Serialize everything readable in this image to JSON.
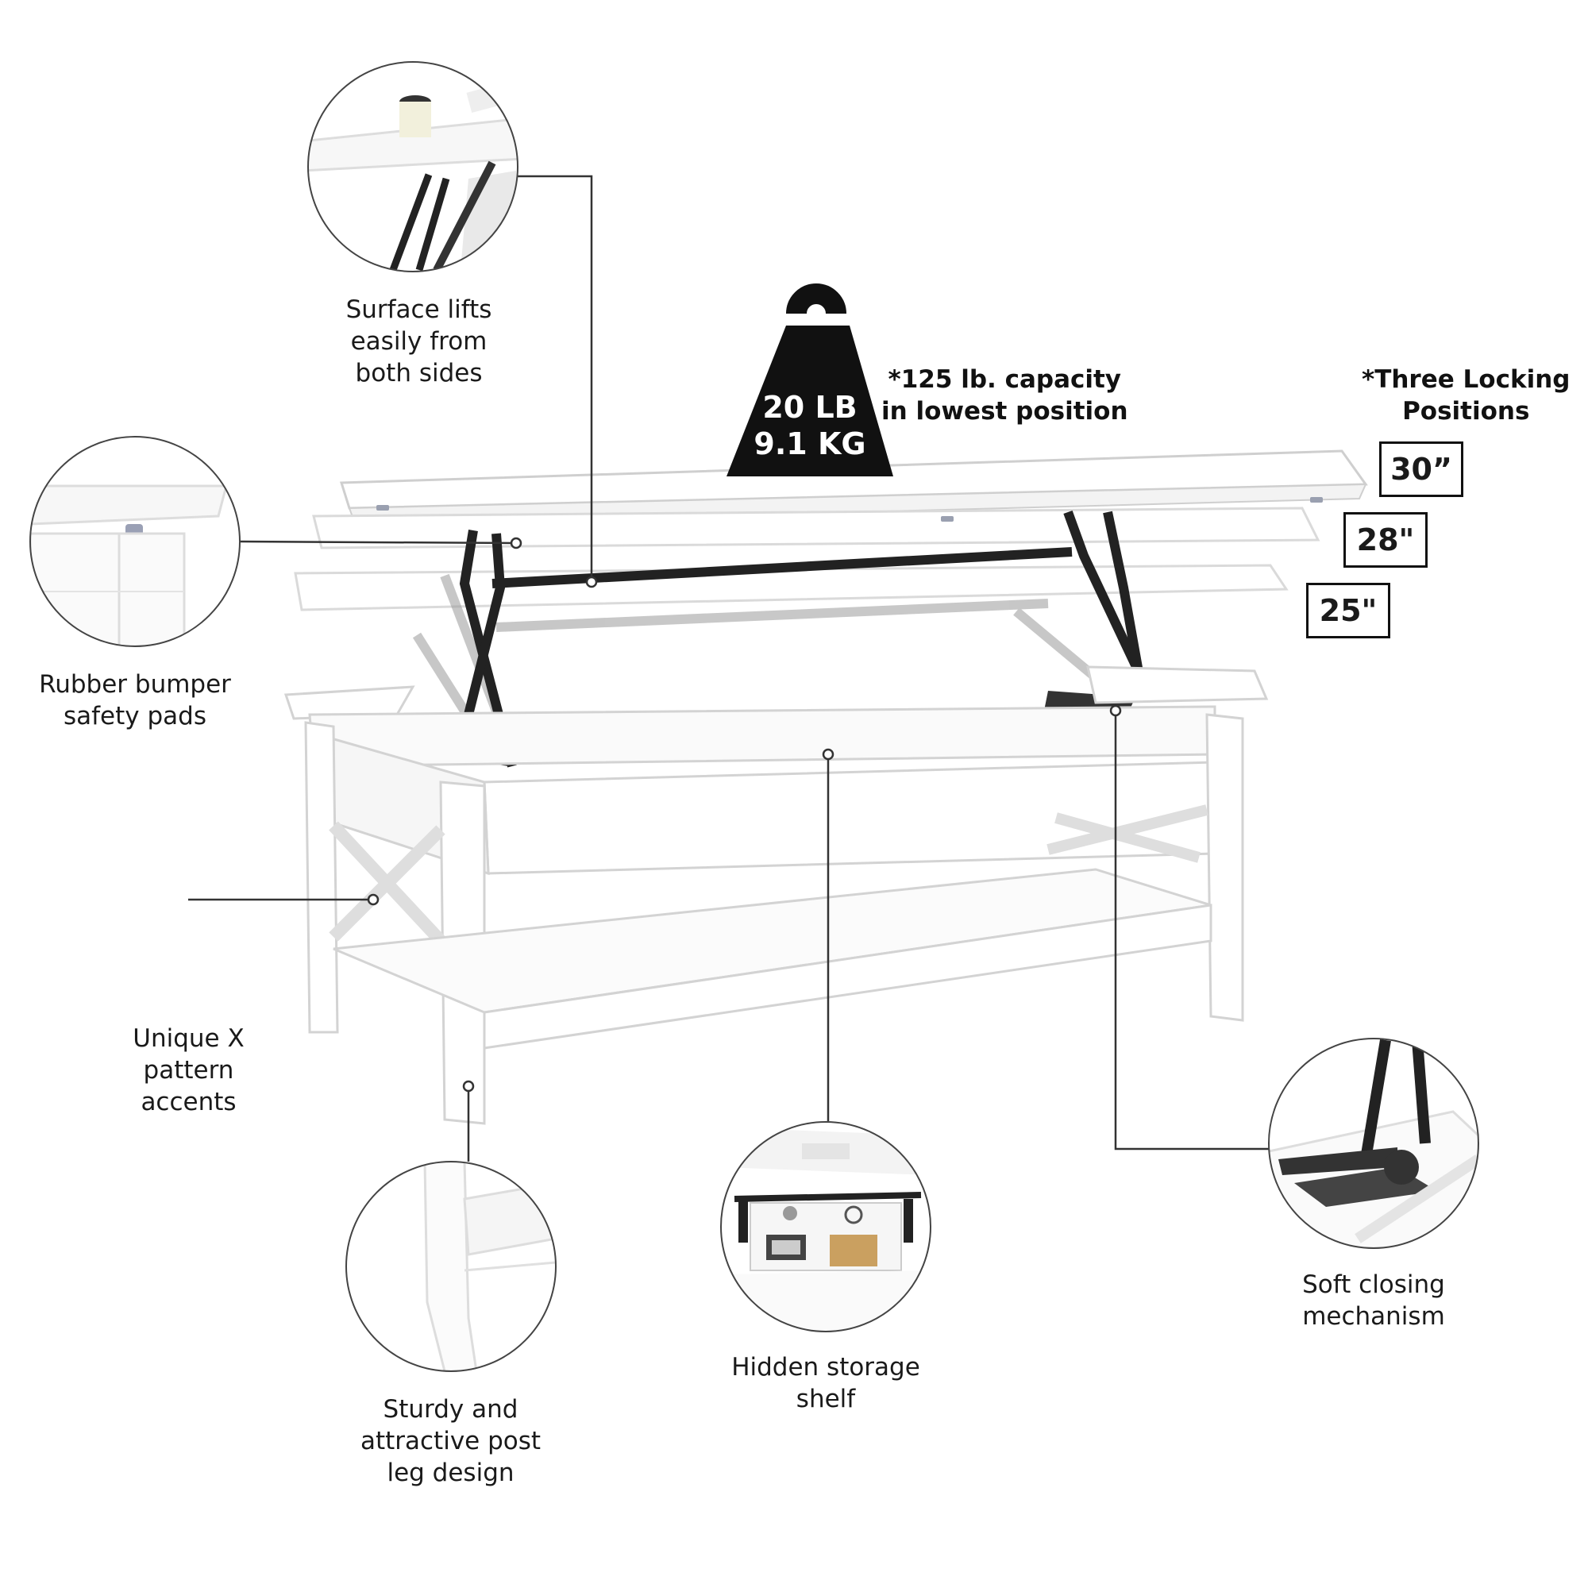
{
  "callouts": {
    "surface_lift": {
      "lines": [
        "Surface lifts",
        "easily from",
        "both sides"
      ]
    },
    "bumper_pads": {
      "lines": [
        "Rubber bumper",
        "safety pads"
      ]
    },
    "x_pattern": {
      "lines": [
        "Unique X",
        "pattern",
        "accents"
      ]
    },
    "post_leg": {
      "lines": [
        "Sturdy and",
        "attractive post",
        "leg design"
      ]
    },
    "storage_shelf": {
      "lines": [
        "Hidden storage",
        "shelf"
      ]
    },
    "soft_closing": {
      "lines": [
        "Soft closing",
        "mechanism"
      ]
    }
  },
  "weight": {
    "lb": "20 LB",
    "kg": "9.1 KG"
  },
  "capacity_note": {
    "lines": [
      "*125 lb. capacity",
      "in lowest position"
    ]
  },
  "locking": {
    "title_lines": [
      "*Three Locking",
      "Positions"
    ],
    "heights": [
      "30”",
      "28\"",
      "25\""
    ]
  },
  "colors": {
    "accent": "#111111",
    "table": "#ffffff",
    "outline": "#d6d6d6",
    "mechanism": "#222222"
  }
}
